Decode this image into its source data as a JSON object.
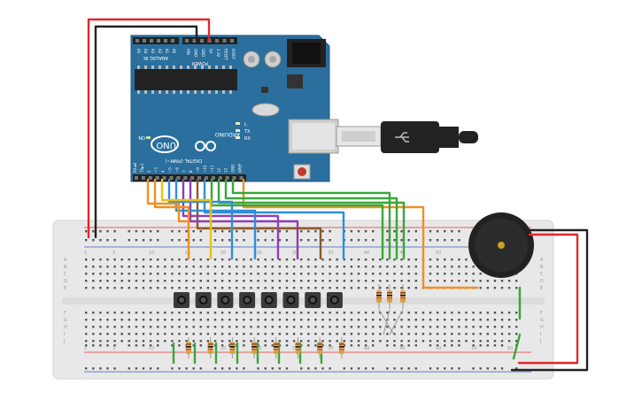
{
  "arduino": {
    "brand": "ARDUINO",
    "model": "UNO",
    "on_label": "ON",
    "header_analog": "ANALOG IN",
    "header_power": "POWER",
    "header_digital": "DIGITAL (PWM~)",
    "aref_label": "AREF",
    "gnd_label": "GND",
    "tx_label": "TX",
    "rx_label": "RX",
    "l_label": "L",
    "reset_label": "RESET",
    "ioref_label": "IOREF",
    "analog_pins": [
      "A5",
      "A4",
      "A3",
      "A2",
      "A1",
      "A0"
    ],
    "power_pins": [
      "VIN",
      "GND",
      "GND",
      "5V",
      "3.3V",
      "RESET",
      "IOREF"
    ],
    "digital_pins": [
      "RX◄0",
      "TX►1",
      "2",
      "~3",
      "4",
      "~5",
      "~6",
      "7",
      "8",
      "~9",
      "~10",
      "~11",
      "12",
      "13",
      "GND",
      "AREF"
    ]
  },
  "breadboard": {
    "row_letters_top": [
      "A",
      "B",
      "C",
      "D",
      "E"
    ],
    "row_letters_bottom": [
      "F",
      "G",
      "H",
      "I",
      "J"
    ],
    "column_numbers": [
      "1",
      "5",
      "10",
      "15",
      "20",
      "25",
      "30",
      "35",
      "40",
      "45",
      "50",
      "55",
      "60"
    ]
  },
  "colors": {
    "board_blue": "#2a6f9e",
    "breadboard": "#ececec",
    "wire_red": "#e0282b",
    "wire_black": "#222222",
    "wire_green": "#3aa63a",
    "wire_orange": "#f0901e",
    "wire_blue": "#2f8fd8",
    "wire_purple": "#8e3fb0",
    "wire_brown": "#8a5a2a",
    "wire_yellow": "#e7c21a"
  }
}
